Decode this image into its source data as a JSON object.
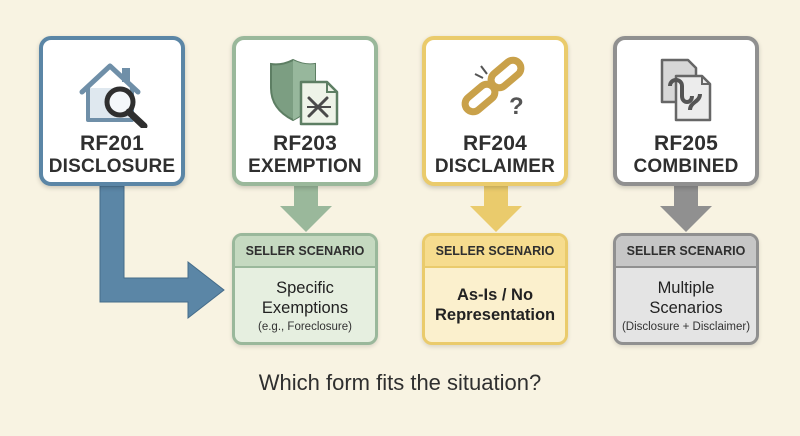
{
  "forms": [
    {
      "code": "RF201",
      "kind": "DISCLOSURE",
      "icon": "house-magnifier-icon",
      "color": "#5b86a6"
    },
    {
      "code": "RF203",
      "kind": "EXEMPTION",
      "icon": "shield-document-icon",
      "color": "#9ab89b"
    },
    {
      "code": "RF204",
      "kind": "DISCLAIMER",
      "icon": "broken-chain-icon",
      "color": "#eacb6c"
    },
    {
      "code": "RF205",
      "kind": "COMBINED",
      "icon": "overlapping-documents-icon",
      "color": "#909090"
    }
  ],
  "scenarios": [
    {
      "header": "SELLER SCENARIO",
      "main": "Specific Exemptions",
      "note": "(e.g., Foreclosure)",
      "header_bg": "#c5d9c0",
      "body_bg": "#e6efe0",
      "border": "#9ab89b"
    },
    {
      "header": "SELLER SCENARIO",
      "main": "As-Is / No Representation",
      "note": "",
      "header_bg": "#f6dc8e",
      "body_bg": "#fbf0cd",
      "border": "#eacb6c"
    },
    {
      "header": "SELLER SCENARIO",
      "main": "Multiple Scenarios",
      "note": "(Disclosure + Disclaimer)",
      "header_bg": "#c6c6c6",
      "body_bg": "#e4e4e4",
      "border": "#909090"
    }
  ],
  "question": "Which form fits the situation?",
  "colors": {
    "background": "#f8f3e2",
    "blue": "#5b86a6",
    "green": "#9ab89b",
    "yellow": "#eacb6c",
    "gray": "#909090"
  }
}
